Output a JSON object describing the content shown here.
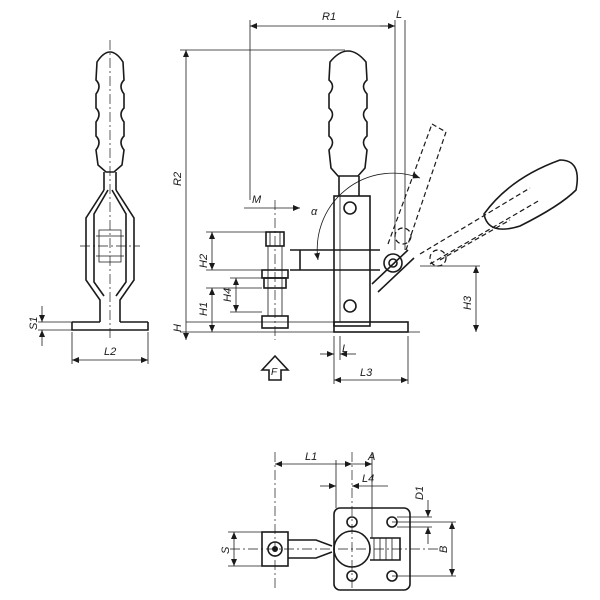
{
  "labels": {
    "R1": "R1",
    "L_top": "L",
    "R2": "R2",
    "M": "M",
    "alpha": "α",
    "H2": "H2",
    "H4": "H4",
    "H1": "H1",
    "H": "H",
    "H3": "H3",
    "S1": "S1",
    "L2": "L2",
    "L_bottom": "L",
    "L3": "L3",
    "F": "F",
    "plan_L1": "L1",
    "plan_A": "A",
    "plan_L4": "L4",
    "plan_D1": "D1",
    "plan_S": "S",
    "plan_B": "B"
  },
  "colors": {
    "ink": "#1a1a1a",
    "paper": "#ffffff"
  }
}
